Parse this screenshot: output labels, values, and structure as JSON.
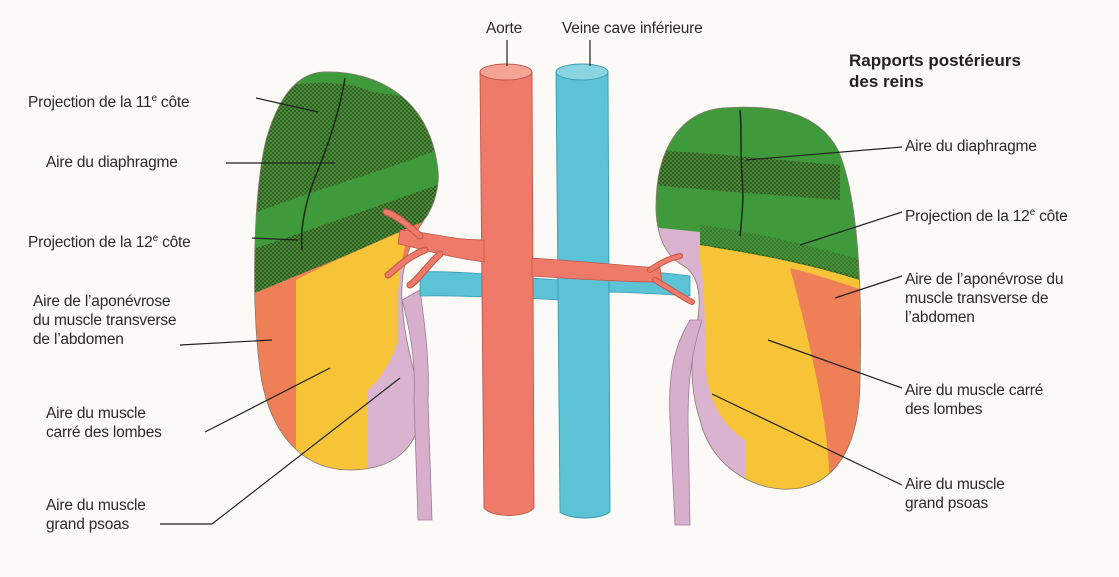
{
  "title": "Rapports postérieurs\ndes reins",
  "vessels": {
    "aorta": "Aorte",
    "vena_cava": "Veine cave inférieure"
  },
  "left_labels": {
    "rib11_pre": "Projection de la 11",
    "rib11_sup": "e",
    "rib11_post": " côte",
    "diaphragm": "Aire du diaphragme",
    "rib12_pre": "Projection de la 12",
    "rib12_sup": "e",
    "rib12_post": " côte",
    "transverse": "Aire de l’aponévrose\ndu muscle transverse\nde l’abdomen",
    "quadratus": "Aire du muscle\ncarré des lombes",
    "psoas": "Aire du muscle\ngrand psoas"
  },
  "right_labels": {
    "diaphragm": "Aire du diaphragme",
    "rib12_pre": "Projection de la 12",
    "rib12_sup": "e",
    "rib12_post": " côte",
    "transverse": "Aire de l’aponévrose du\nmuscle transverse de\nl’abdomen",
    "quadratus": "Aire du muscle carré\ndes lombes",
    "psoas": "Aire du muscle\ngrand psoas"
  },
  "colors": {
    "diaphragm_green": "#3f9a3c",
    "transverse_orange": "#ef7f57",
    "quadratus_yellow": "#f7c437",
    "psoas_lilac": "#d9b3cf",
    "aorta_red": "#ef7a6a",
    "vena_cava_blue": "#5cc2d6",
    "ureter_lilac": "#d8aecd"
  }
}
